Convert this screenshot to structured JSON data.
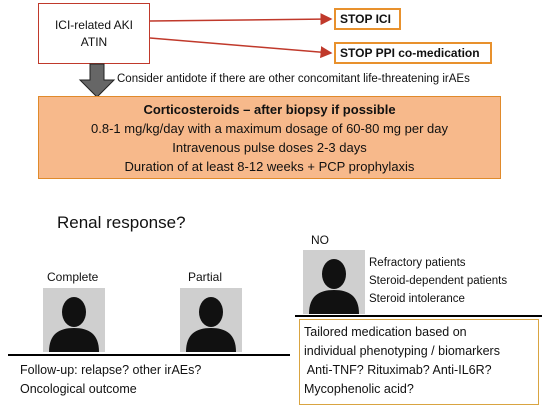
{
  "ici_box": {
    "line1": "ICI-related AKI",
    "line2": "ATIN"
  },
  "stop_ici": "STOP ICI",
  "stop_ppi": "STOP PPI co-medication",
  "antidote_note": "Consider antidote if there are other concomitant life-threatening irAEs",
  "corticosteroids": {
    "title": "Corticosteroids – after biopsy if possible",
    "line1": "0.8-1 mg/kg/day with a maximum dosage of 60-80 mg per day",
    "line2": "Intravenous pulse doses 2-3 days",
    "line3": "Duration of at least 8-12 weeks + PCP prophylaxis"
  },
  "renal_response": "Renal response?",
  "complete": "Complete",
  "partial": "Partial",
  "no": "NO",
  "no_list": [
    "Refractory patients",
    "Steroid-dependent patients",
    "Steroid intolerance"
  ],
  "followup": [
    "Follow-up: relapse? other irAEs?",
    "Oncological outcome"
  ],
  "tailored": [
    "Tailored medication based on",
    "individual phenotyping / biomarkers",
    " Anti-TNF? Rituximab? Anti-IL6R?",
    "Mycophenolic acid?"
  ],
  "colors": {
    "arrow_red": "#c0392b",
    "stop_border": "#e8912d",
    "cortico_fill": "#f7b98b",
    "tailored_border": "#d9a441",
    "avatar_bg": "#cfcfcf",
    "down_arrow": "#666666"
  }
}
